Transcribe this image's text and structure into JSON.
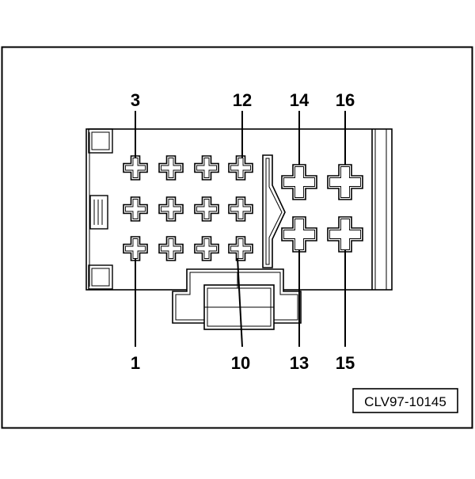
{
  "diagram": {
    "pin_labels": {
      "p3": "3",
      "p12": "12",
      "p14": "14",
      "p16": "16",
      "p1": "1",
      "p10": "10",
      "p13": "13",
      "p15": "15"
    },
    "reference_code": "CLV97-10145"
  }
}
